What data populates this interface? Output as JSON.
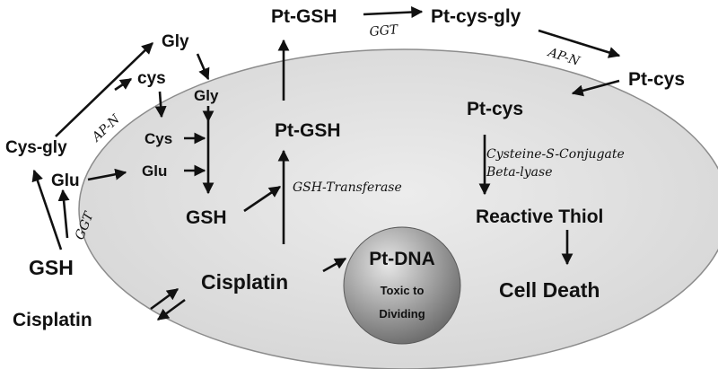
{
  "diagram": {
    "colors": {
      "cell_fill": "#d6d6d6",
      "cell_edge": "#8c8c8c",
      "nucleus_light": "#e6e6e6",
      "nucleus_dark": "#6e6e6e",
      "arrow": "#111111",
      "text": "#111111"
    },
    "labels": {
      "gsh_outer": "GSH",
      "glu_outer": "Glu",
      "cysgly_outer": "Cys-gly",
      "cys_outer": "cys",
      "gly_outer": "Gly",
      "gly_inner": "Gly",
      "cys_inner": "Cys",
      "glu_inner": "Glu",
      "gsh_inner": "GSH",
      "ptgsh_inner": "Pt-GSH",
      "ptgsh_outer": "Pt-GSH",
      "ptcysgly": "Pt-cys-gly",
      "ptcys_outer": "Pt-cys",
      "ptcys_inner": "Pt-cys",
      "reactive_thiol": "Reactive Thiol",
      "cell_death": "Cell Death",
      "cisplatin_inner": "Cisplatin",
      "cisplatin_outer": "Cisplatin",
      "ptdna": "Pt-DNA",
      "toxic_line1": "Toxic to",
      "toxic_line2": "Dividing"
    },
    "enzymes": {
      "ggt_top": "GGT",
      "apn_top": "AP-N",
      "apn_left": "AP-N",
      "ggt_left": "GGT",
      "gsh_transferase": "GSH-Transferase",
      "lyase_line1": "Cysteine-S-Conjugate",
      "lyase_line2": "Beta-lyase"
    }
  }
}
